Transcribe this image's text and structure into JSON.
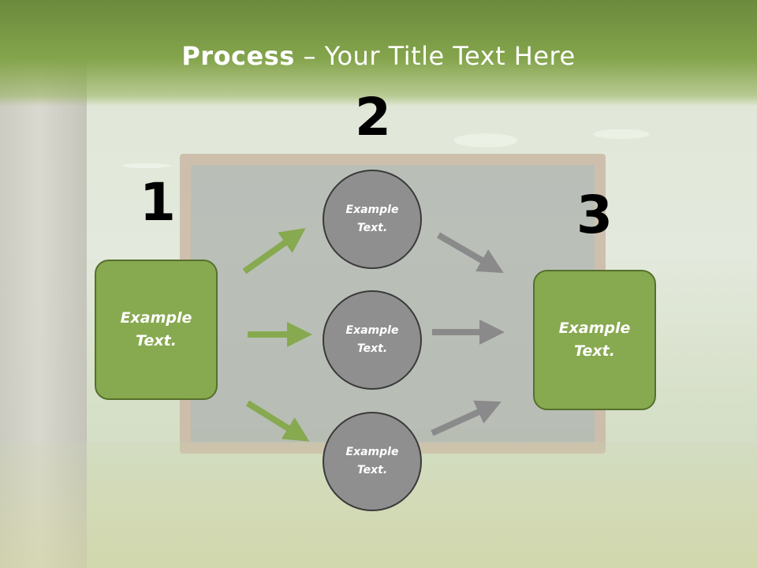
{
  "title": {
    "bold": "Process",
    "rest": " – Your Title Text Here"
  },
  "steps": {
    "one": "1",
    "two": "2",
    "three": "3"
  },
  "left_box": {
    "label": "Example Text."
  },
  "right_box": {
    "label": "Example Text."
  },
  "circles": [
    {
      "label": "Example Text."
    },
    {
      "label": "Example Text."
    },
    {
      "label": "Example Text."
    }
  ],
  "colors": {
    "header_green": "#7a9a45",
    "box_fill": "#87a94f",
    "box_border": "#56702d",
    "circle_fill": "#8f8f8f",
    "circle_border": "#3a3a3a",
    "arrow_green": "#87a94f",
    "arrow_gray": "#8a8a8a"
  }
}
